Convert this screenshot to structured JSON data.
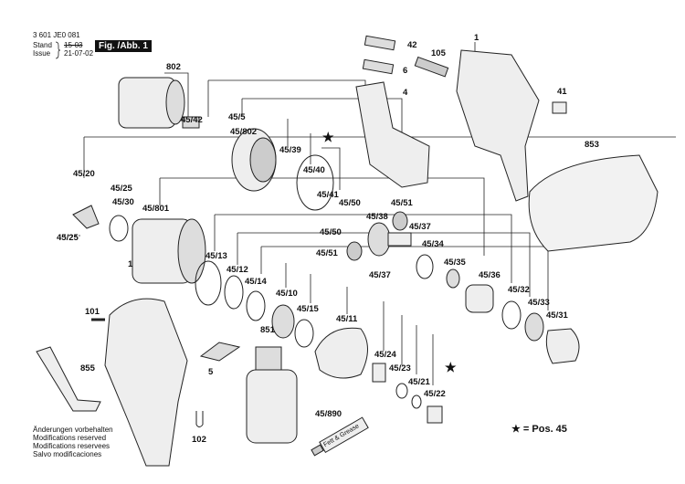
{
  "header": {
    "part_number": "3 601 JE0 081",
    "stand_label": "Stand",
    "stand_value": "15-03",
    "issue_label": "Issue",
    "issue_value": "21-07-02",
    "figure": "Fig. /Abb. 1"
  },
  "part_labels": [
    "42",
    "105",
    "1",
    "6",
    "4",
    "41",
    "802",
    "853",
    "45/42",
    "45/5",
    "45/802",
    "45/39",
    "45/40",
    "★",
    "45/41",
    "45/50",
    "45/51",
    "45/38",
    "45/37",
    "45/50",
    "45/34",
    "45/51",
    "45/37",
    "45/35",
    "45/36",
    "45/32",
    "45/33",
    "45/31",
    "45/20",
    "45/25",
    "45/30",
    "45/801",
    "45/25",
    "45/13",
    "45/12",
    "45/14",
    "45/10",
    "45/15",
    "45/11",
    "1",
    "101",
    "851",
    "5",
    "855",
    "45/24",
    "45/23",
    "45/21",
    "45/22",
    "★",
    "45/890",
    "102"
  ],
  "modifications": [
    "Änderungen vorbehalten",
    "Modifications reserved",
    "Modifications reservees",
    "Salvo modificaciones"
  ],
  "legend": "★ = Pos. 45",
  "tube_label": "Fett & Grease"
}
